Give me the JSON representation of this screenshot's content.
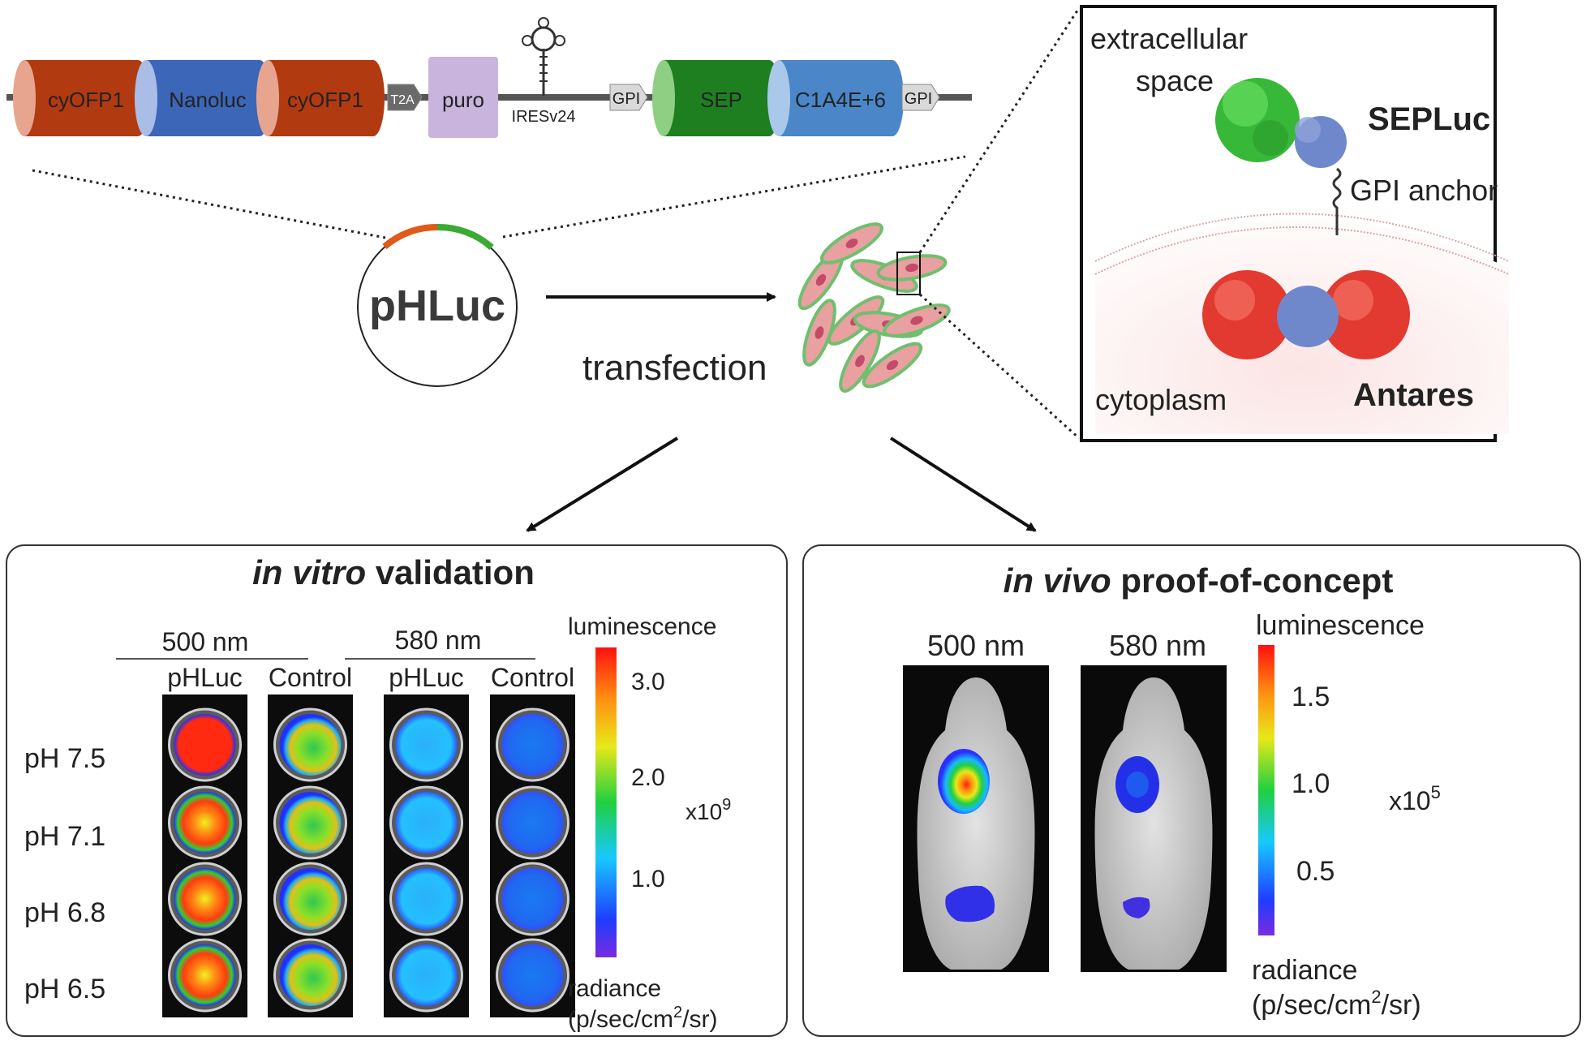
{
  "construct": {
    "segments": [
      {
        "label": "cyOFP1",
        "kind": "cylinder",
        "color": "#b23a10",
        "cap": "#e7a590"
      },
      {
        "label": "Nanoluc",
        "kind": "cylinder",
        "color": "#3c66b8",
        "cap": "#a9bde6"
      },
      {
        "label": "cyOFP1",
        "kind": "cylinder",
        "color": "#b23a10",
        "cap": "#e7a590"
      },
      {
        "label": "T2A",
        "kind": "tag",
        "color": "#6a6a6a"
      },
      {
        "label": "puro",
        "kind": "box",
        "color": "#c9b4dd"
      },
      {
        "label": "IRESv24",
        "kind": "ires"
      },
      {
        "label": "GPI",
        "kind": "tag",
        "color": "#d9d9d9"
      },
      {
        "label": "SEP",
        "kind": "cylinder",
        "color": "#1e7f20",
        "cap": "#8fcf84"
      },
      {
        "label": "C1A4E+6",
        "kind": "cylinder",
        "color": "#4a86c8",
        "cap": "#a9c8ea"
      },
      {
        "label": "GPI",
        "kind": "tag",
        "color": "#d9d9d9"
      }
    ]
  },
  "plasmid": {
    "label": "pHLuc"
  },
  "transfection": {
    "label": "transfection"
  },
  "inset": {
    "extracellular": "extracellular\nspace",
    "sepluc": "SEPLuc",
    "gpi_anchor": "GPI anchor",
    "cytoplasm": "cytoplasm",
    "antares": "Antares"
  },
  "invitro": {
    "title_italic": "in vitro",
    "title_rest": " validation",
    "group1": "500 nm",
    "group2": "580 nm",
    "columns": [
      "pHLuc",
      "Control",
      "pHLuc",
      "Control"
    ],
    "rows": [
      "pH 7.5",
      "pH 7.1",
      "pH 6.8",
      "pH 6.5"
    ],
    "colorbar": {
      "top_label": "luminescence",
      "ticks": [
        "3.0",
        "2.0",
        "1.0"
      ],
      "multiplier": "x10",
      "exponent": "9",
      "bottom_label1": "radiance",
      "bottom_label2_a": "(p/sec/cm",
      "bottom_label2_sup": "2",
      "bottom_label2_b": "/sr)"
    }
  },
  "invivo": {
    "title_italic": "in vivo",
    "title_rest": " proof-of-concept",
    "col1": "500 nm",
    "col2": "580 nm",
    "colorbar": {
      "top_label": "luminescence",
      "ticks": [
        "1.5",
        "1.0",
        "0.5"
      ],
      "multiplier": "x10",
      "exponent": "5",
      "bottom_label1": "radiance",
      "bottom_label2_a": "(p/sec/cm",
      "bottom_label2_sup": "2",
      "bottom_label2_b": "/sr)"
    }
  }
}
